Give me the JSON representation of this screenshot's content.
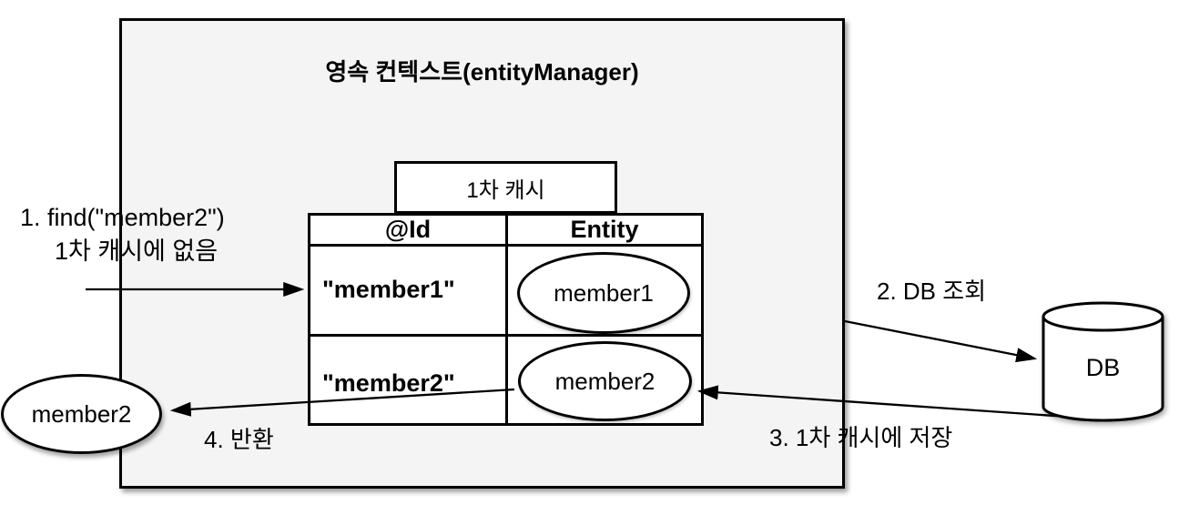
{
  "title": "영속 컨텍스트(entityManager)",
  "cache": {
    "label": "1차 캐시",
    "table": {
      "headers": [
        "@Id",
        "Entity"
      ],
      "rows": [
        {
          "id": "\"member1\"",
          "entity": "member1"
        },
        {
          "id": "\"member2\"",
          "entity": "member2"
        }
      ]
    }
  },
  "db": {
    "label": "DB"
  },
  "result": {
    "label": "member2"
  },
  "steps": {
    "step1": {
      "line1": "1. find(\"member2\")",
      "line2": "1차 캐시에 없음"
    },
    "step2": "2. DB 조회",
    "step3": "3. 1차 캐시에 저장",
    "step4": "4. 반환"
  },
  "colors": {
    "context_fill": "#f4f4f4",
    "shape_fill": "#ffffff",
    "line": "#000000"
  }
}
